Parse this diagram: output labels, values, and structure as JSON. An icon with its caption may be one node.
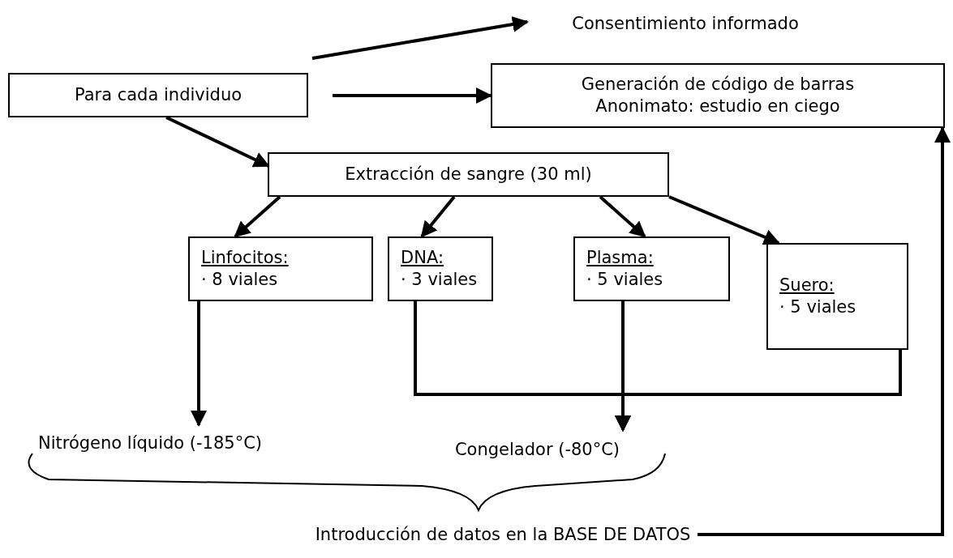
{
  "diagram": {
    "nodes": [
      {
        "text": [
          "Para cada individuo"
        ]
      },
      {
        "text": [
          "Consentimiento informado"
        ]
      },
      {
        "text": [
          "Generación de código de barras",
          "Anonimato: estudio en ciego"
        ]
      },
      {
        "text": [
          "Extracción de sangre (30 ml)"
        ]
      },
      {
        "text": [
          "Linfocitos:",
          "· 8 viales"
        ]
      },
      {
        "text": [
          "DNA:",
          "· 3 viales"
        ]
      },
      {
        "text": [
          "Plasma:",
          "· 5 viales"
        ]
      },
      {
        "text": [
          "Suero:",
          "· 5 viales"
        ]
      },
      {
        "text": [
          "Nitrógeno líquido (-185°C)"
        ]
      },
      {
        "text": [
          "Congelador (-80°C)"
        ]
      },
      {
        "text": [
          "Introducción de datos en la BASE DE DATOS"
        ]
      }
    ],
    "edges": [
      {
        "from": 0,
        "to": 1,
        "arrow": "to"
      },
      {
        "from": 0,
        "to": 2,
        "arrow": "to"
      },
      {
        "from": 0,
        "to": 3,
        "arrow": "to"
      },
      {
        "from": 3,
        "to": 4,
        "arrow": "to"
      },
      {
        "from": 3,
        "to": 5,
        "arrow": "to"
      },
      {
        "from": 3,
        "to": 6,
        "arrow": "to"
      },
      {
        "from": 3,
        "to": 7,
        "arrow": "to"
      },
      {
        "from": 4,
        "to": 8,
        "arrow": "to"
      },
      {
        "from": 5,
        "to": 9,
        "arrow": "to"
      },
      {
        "from": 6,
        "to": 9,
        "arrow": "to"
      },
      {
        "from": 7,
        "to": 9,
        "arrow": "to"
      },
      {
        "from": 10,
        "to": 2,
        "arrow": "to"
      }
    ]
  }
}
